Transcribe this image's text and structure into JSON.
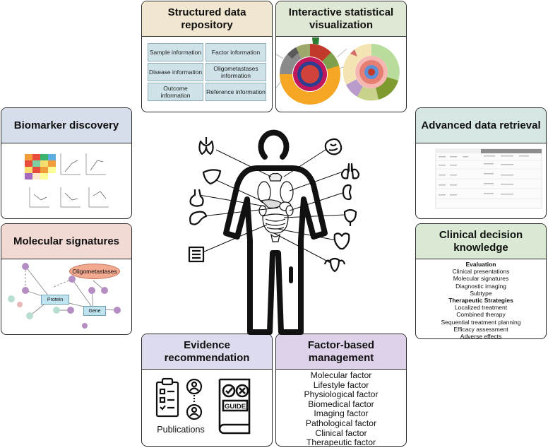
{
  "panels": {
    "repository": {
      "title": "Structured data repository",
      "header_color": "#f1e6cf",
      "cells": [
        "Sample information",
        "Factor information",
        "Disease information",
        "Oligometastases information",
        "Outcome information",
        "Reference information"
      ]
    },
    "visualization": {
      "title": "Interactive statistical visualization",
      "header_color": "#dfe8d4"
    },
    "biomarker": {
      "title": "Biomarker discovery",
      "header_color": "#d7deeb"
    },
    "retrieval": {
      "title": "Advanced data retrieval",
      "header_color": "#d5e6e3"
    },
    "molecular": {
      "title": "Molecular signatures",
      "header_color": "#f2d9d3",
      "nodes": {
        "oligometastases": "Oligometastases",
        "protein": "Protein",
        "gene": "Gene"
      }
    },
    "clinical": {
      "title": "Clinical decision knowledge",
      "header_color": "#d9e9d3",
      "evaluation_heading": "Evaluation",
      "evaluation_items": [
        "Clinical presentations",
        "Molecular signatures",
        "Diagnostic imaging",
        "Subtype"
      ],
      "therapeutic_heading": "Therapeutic Strategies",
      "therapeutic_items": [
        "Localized treatment",
        "Combined therapy",
        "Sequential treatment planning",
        "Efficacy assessment",
        "Adverse effects"
      ]
    },
    "evidence": {
      "title": "Evidence recommendation",
      "header_color": "#dcdcee",
      "publications_label": "Publications",
      "guide_label": "GUIDE"
    },
    "factor": {
      "title": "Factor-based management",
      "header_color": "#ded2ea",
      "items": [
        "Molecular factor",
        "Lifestyle factor",
        "Physiological factor",
        "Biomedical factor",
        "Imaging factor",
        "Pathological factor",
        "Clinical factor",
        "Therapeutic factor"
      ]
    }
  },
  "icons": {
    "body": "human-body-icon",
    "organs": [
      "thyroid-icon",
      "liver-icon",
      "stomach-icon",
      "pancreas-icon",
      "intestine-icon",
      "brain-icon",
      "lung-icon",
      "kidney-icon",
      "bladder-icon",
      "prostate-icon",
      "uterus-icon"
    ]
  }
}
